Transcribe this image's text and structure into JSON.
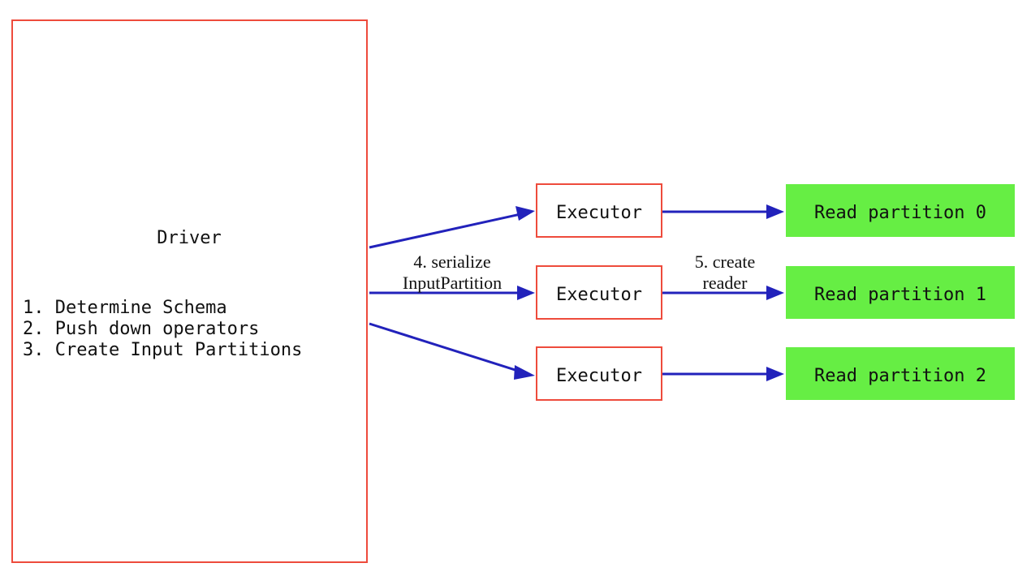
{
  "diagram": {
    "title_semantic": "spark-datasource-v2-driver-executor-flow",
    "colors": {
      "box_border_red": "#ee4b3c",
      "box_fill_white": "#ffffff",
      "partition_fill_green": "#66ee44",
      "arrow_blue": "#2222bb",
      "text_black": "#111111",
      "background": "#ffffff"
    },
    "driver": {
      "title": "Driver",
      "steps": [
        "1. Determine Schema",
        "2. Push down operators",
        "3. Create Input Partitions"
      ]
    },
    "executors": [
      {
        "label": "Executor"
      },
      {
        "label": "Executor"
      },
      {
        "label": "Executor"
      }
    ],
    "partitions": [
      {
        "label": "Read partition 0"
      },
      {
        "label": "Read partition 1"
      },
      {
        "label": "Read partition 2"
      }
    ],
    "edge_labels": {
      "driver_to_executor": {
        "line1": "4. serialize",
        "line2": "InputPartition"
      },
      "executor_to_partition": {
        "line1": "5. create",
        "line2": "reader"
      }
    }
  }
}
